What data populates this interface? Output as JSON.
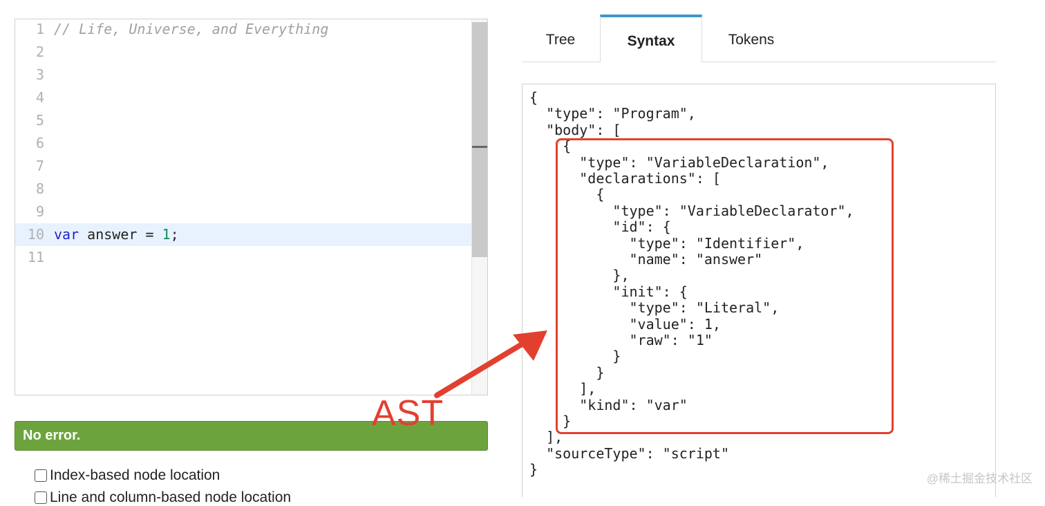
{
  "editor": {
    "lines": [
      {
        "num": "1",
        "tokens": [
          {
            "t": "// Life, Universe, and Everything",
            "c": "cm"
          }
        ]
      },
      {
        "num": "2",
        "tokens": []
      },
      {
        "num": "3",
        "tokens": []
      },
      {
        "num": "4",
        "tokens": []
      },
      {
        "num": "5",
        "tokens": []
      },
      {
        "num": "6",
        "tokens": []
      },
      {
        "num": "7",
        "tokens": []
      },
      {
        "num": "8",
        "tokens": []
      },
      {
        "num": "9",
        "tokens": []
      },
      {
        "num": "10",
        "tokens": [
          {
            "t": "var",
            "c": "kw"
          },
          {
            "t": " answer = ",
            "c": ""
          },
          {
            "t": "1",
            "c": "num"
          },
          {
            "t": ";",
            "c": ""
          }
        ],
        "active": true
      },
      {
        "num": "11",
        "tokens": []
      }
    ]
  },
  "status": {
    "text": "No error."
  },
  "options": [
    {
      "label": "Index-based node location",
      "checked": false
    },
    {
      "label": "Line and column-based node location",
      "checked": false
    }
  ],
  "tabs": [
    {
      "label": "Tree",
      "active": false
    },
    {
      "label": "Syntax",
      "active": true
    },
    {
      "label": "Tokens",
      "active": false
    }
  ],
  "syntax_lines": [
    "{",
    "  \"type\": \"Program\",",
    "  \"body\": [",
    "    {",
    "      \"type\": \"VariableDeclaration\",",
    "      \"declarations\": [",
    "        {",
    "          \"type\": \"VariableDeclarator\",",
    "          \"id\": {",
    "            \"type\": \"Identifier\",",
    "            \"name\": \"answer\"",
    "          },",
    "          \"init\": {",
    "            \"type\": \"Literal\",",
    "            \"value\": 1,",
    "            \"raw\": \"1\"",
    "          }",
    "        }",
    "      ],",
    "      \"kind\": \"var\"",
    "    }",
    "  ],",
    "  \"sourceType\": \"script\"",
    "}"
  ],
  "annotation": {
    "label": "AST",
    "color": "#e2402f"
  },
  "watermark": "@稀土掘金技术社区",
  "colors": {
    "status_bg": "#6da33d",
    "tab_active_border": "#3b98c7",
    "keyword": "#1f1fd0",
    "number": "#168a5a"
  }
}
